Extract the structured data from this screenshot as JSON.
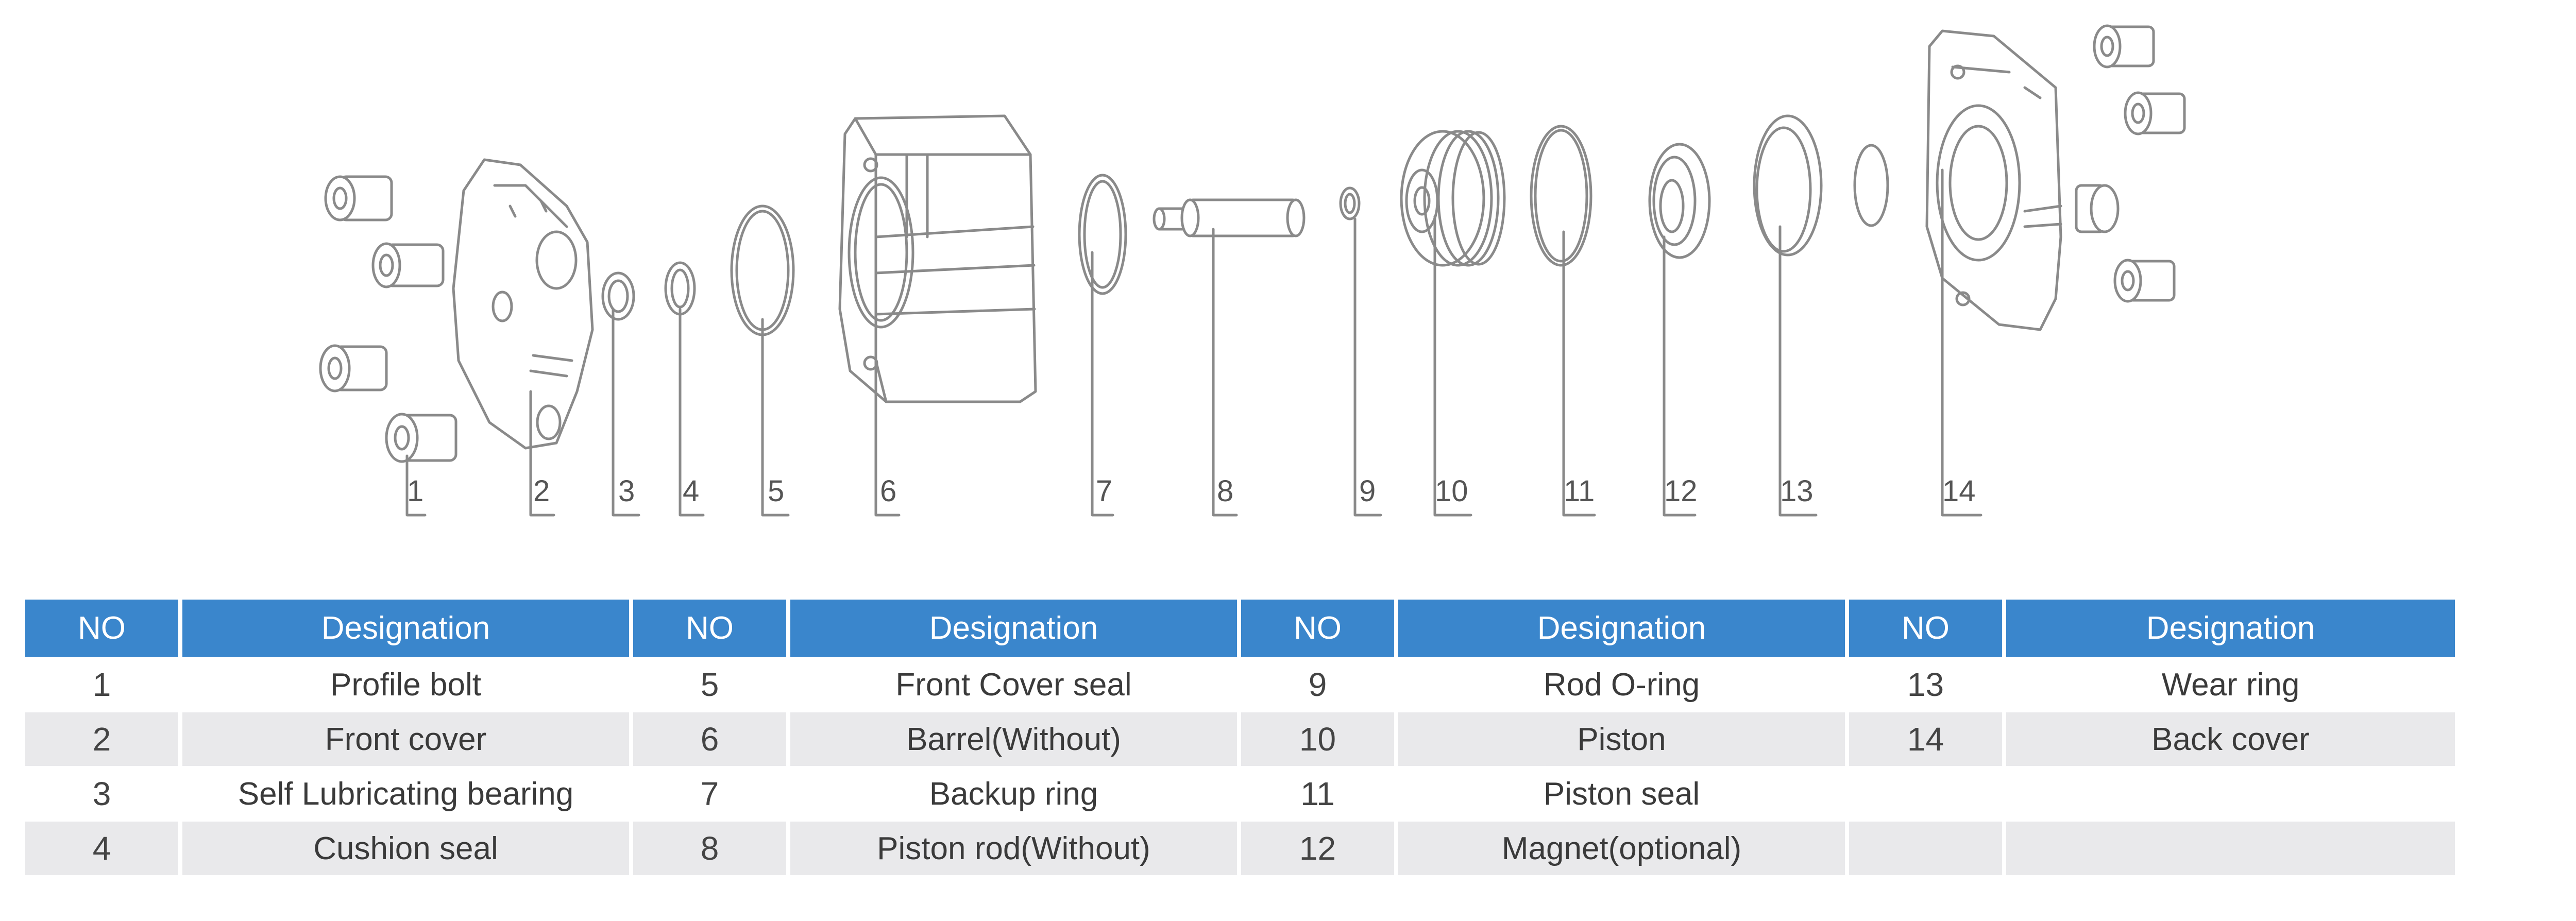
{
  "diagram": {
    "callouts": [
      "1",
      "2",
      "3",
      "4",
      "5",
      "6",
      "7",
      "8",
      "9",
      "10",
      "11",
      "12",
      "13",
      "14"
    ]
  },
  "table": {
    "headers": [
      "NO",
      "Designation",
      "NO",
      "Designation",
      "NO",
      "Designation",
      "NO",
      "Designation"
    ],
    "rows": [
      [
        "1",
        "Profile bolt",
        "5",
        "Front Cover seal",
        "9",
        "Rod O-ring",
        "13",
        "Wear ring"
      ],
      [
        "2",
        "Front cover",
        "6",
        "Barrel(Without)",
        "10",
        "Piston",
        "14",
        "Back cover"
      ],
      [
        "3",
        "Self Lubricating bearing",
        "7",
        "Backup ring",
        "11",
        "Piston seal",
        "",
        ""
      ],
      [
        "4",
        "Cushion seal",
        "8",
        "Piston rod(Without)",
        "12",
        "Magnet(optional)",
        "",
        ""
      ]
    ]
  },
  "colors": {
    "header_bg": "#3a86cc",
    "row_shade": "#e9e9eb",
    "line": "#8a8a8a"
  }
}
